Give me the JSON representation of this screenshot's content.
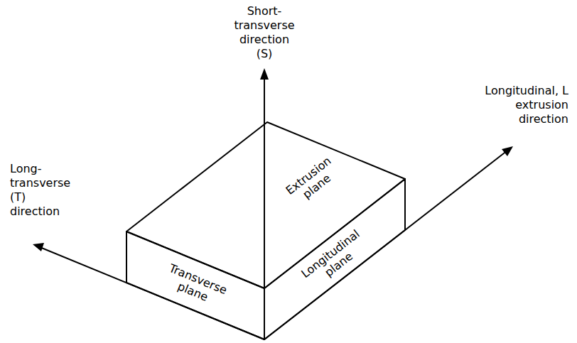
{
  "diagram": {
    "nodes": [
      {
        "text": [
          "Extrusion plane"
        ]
      },
      {
        "text": [
          "Transverse plane"
        ]
      },
      {
        "text": [
          "Longitudinal plane"
        ]
      }
    ],
    "labels": [
      "Short- transverse direction (S)",
      "Longitudinal, L extrusion direction",
      "Long- transverse (T) direction"
    ]
  }
}
